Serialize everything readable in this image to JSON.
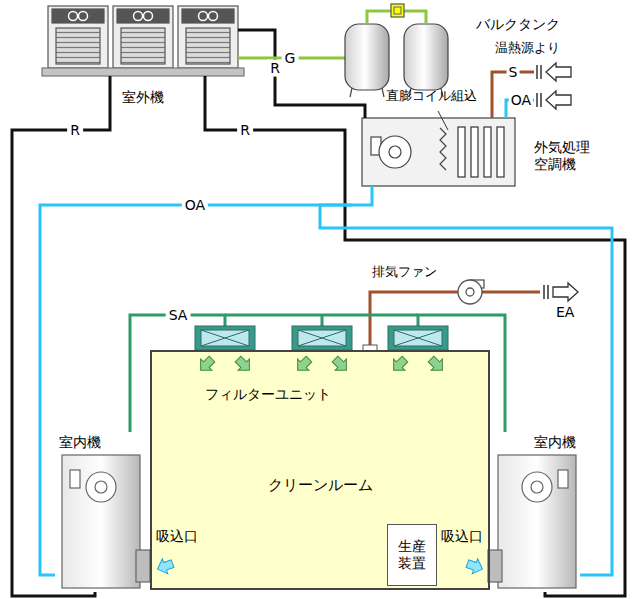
{
  "diagram": {
    "nodes": [
      {
        "text": [
          "室外機"
        ]
      },
      {
        "text": [
          "バルクタンク"
        ]
      },
      {
        "text": [
          "外気処理 空調機"
        ]
      },
      {
        "text": [
          "クリーンルーム"
        ]
      },
      {
        "text": [
          "生産 装置"
        ],
        "in": 3
      },
      {
        "text": [
          "室内機"
        ]
      },
      {
        "text": [
          "室内機"
        ]
      }
    ],
    "edges": [
      {
        "from": 0,
        "to": 5,
        "label": "R",
        "arrow": "none"
      },
      {
        "from": 0,
        "to": 2,
        "label": "R",
        "arrow": "none"
      },
      {
        "from": 0,
        "to": 6,
        "label": "R",
        "arrow": "none"
      },
      {
        "from": 0,
        "to": 1,
        "label": "G",
        "arrow": "none"
      },
      {
        "from": 2,
        "to": 5,
        "label": "OA",
        "arrow": "none"
      },
      {
        "from": 2,
        "to": 6,
        "arrow": "none"
      },
      {
        "from": 5,
        "to": 3,
        "label": "SA",
        "arrow": "none"
      },
      {
        "from": 6,
        "to": 3,
        "arrow": "none"
      }
    ],
    "labels": [
      "直膨コイル組込",
      "温熱源より",
      "S",
      "OA",
      "排気ファン",
      "EA",
      "フィルターユニット",
      "吸込口",
      "吸込口"
    ]
  }
}
